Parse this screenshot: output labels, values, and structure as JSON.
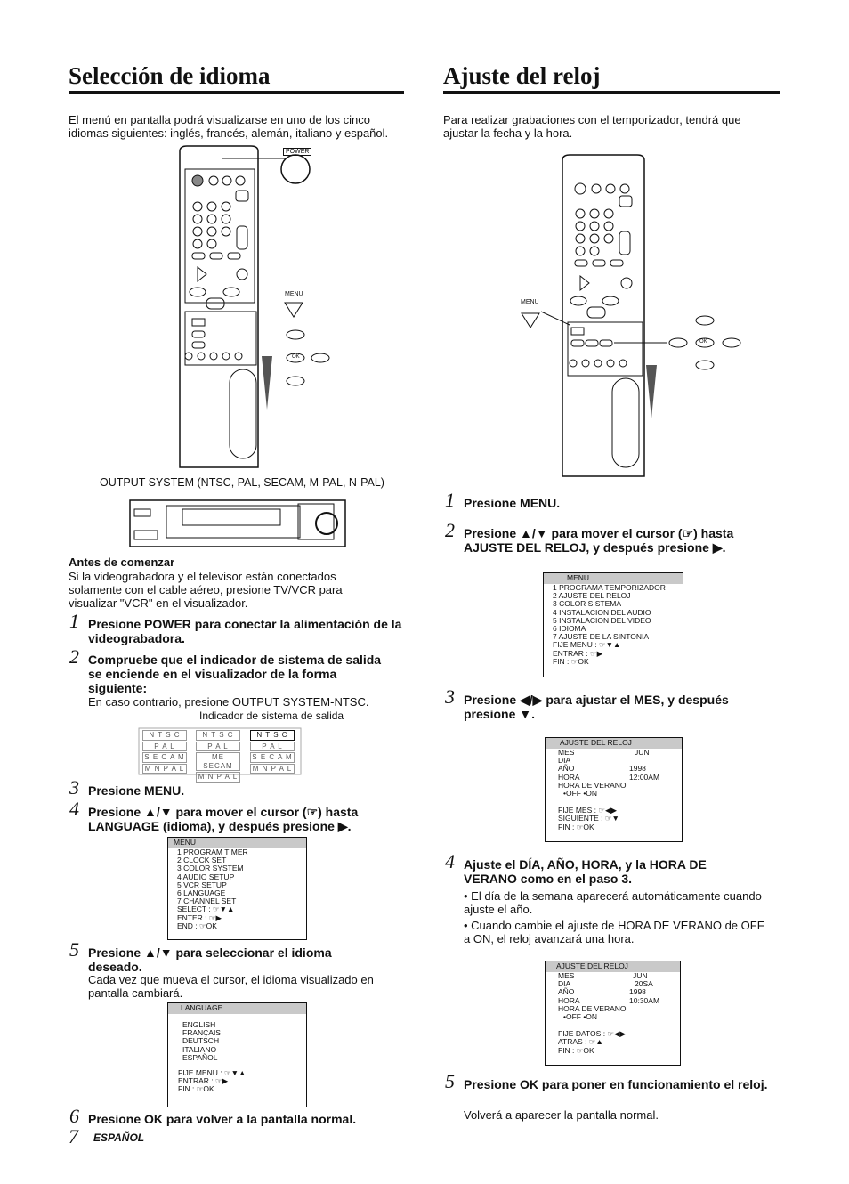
{
  "left": {
    "title": "Selección de idioma",
    "intro": "El menú en pantalla podrá visualizarse en uno de los cinco idiomas siguientes: inglés, francés, alemán, italiano y español.",
    "power_label": "POWER",
    "menu_label": "MENU",
    "ok_label": "OK",
    "output_system": "OUTPUT SYSTEM (NTSC, PAL, SECAM, M-PAL, N-PAL)",
    "before_heading": "Antes de comenzar",
    "before_text": "Si la videograbadora y el televisor están conectados solamente con el cable aéreo, presione TV/VCR para visualizar \"VCR\" en el visualizador.",
    "steps": [
      {
        "n": "1",
        "text": "Presione POWER para conectar la alimentación de la videograbadora."
      },
      {
        "n": "2",
        "text": "Compruebe que el indicador de sistema de salida se enciende en el visualizador de la forma siguiente:",
        "sub": "En caso contrario, presione OUTPUT SYSTEM-NTSC."
      },
      {
        "n": "3",
        "text": "Presione MENU."
      },
      {
        "n": "4",
        "text": "Presione ▲/▼ para mover el cursor (☞) hasta LANGUAGE (idioma), y después presione ▶."
      },
      {
        "n": "5",
        "text": "Presione ▲/▼ para seleccionar el idioma deseado.",
        "sub": "Cada vez que mueva el cursor, el idioma visualizado en pantalla cambiará."
      },
      {
        "n": "6",
        "text": "Presione OK para volver a la pantalla normal."
      }
    ],
    "indicator_caption": "Indicador de sistema de salida",
    "indicator_rows": [
      "N T S C",
      "P A L",
      "S E C A M",
      "M N P A L"
    ],
    "indicator_rows_2": [
      "N T S C",
      "P A L",
      "ME SECAM",
      "M N P A L"
    ],
    "indicator_rows_3": [
      "N T S C",
      "P A L",
      "S E C A M",
      "M N P A L"
    ],
    "menu_en": {
      "header": "MENU",
      "items": [
        "1  PROGRAM TIMER",
        "2  CLOCK SET",
        "3  COLOR SYSTEM",
        "4  AUDIO SETUP",
        "5  VCR SETUP",
        "6  LANGUAGE",
        "7  CHANNEL SET"
      ],
      "footer": [
        "SELECT : ☞▼▲",
        "ENTER : ☞▶",
        "END   : ☞OK"
      ]
    },
    "language_menu": {
      "header": "LANGUAGE",
      "items": [
        "ENGLISH",
        "FRANÇAIS",
        "DEUTSCH",
        "ITALIANO",
        "ESPAÑOL"
      ],
      "footer": [
        "FIJE MENU : ☞▼▲",
        "ENTRAR : ☞▶",
        "FIN   : ☞OK"
      ]
    },
    "page_number": "7",
    "page_lang": "ESPAÑOL"
  },
  "right": {
    "title": "Ajuste del reloj",
    "intro": "Para realizar grabaciones con el temporizador, tendrá que ajustar la fecha y la hora.",
    "menu_label": "MENU",
    "ok_label": "OK",
    "steps": [
      {
        "n": "1",
        "text": "Presione MENU."
      },
      {
        "n": "2",
        "text": "Presione ▲/▼ para mover el cursor (☞) hasta AJUSTE DEL RELOJ, y después presione ▶."
      },
      {
        "n": "3",
        "text": "Presione ◀/▶ para ajustar el MES, y después presione ▼."
      },
      {
        "n": "4",
        "text": "Ajuste el DÍA, AÑO, HORA, y la HORA DE VERANO como en el paso 3.",
        "bullets": [
          "El día de la semana aparecerá automáticamente cuando ajuste el año.",
          "Cuando cambie el ajuste de HORA DE VERANO de OFF a ON, el reloj avanzará una hora."
        ]
      },
      {
        "n": "5",
        "text": "Presione OK para poner en funcionamiento el reloj.",
        "sub": "Volverá a aparecer la pantalla normal."
      }
    ],
    "menu_es": {
      "header": "MENU",
      "items": [
        "1  PROGRAMA TEMPORIZADOR",
        "2  AJUSTE DEL RELOJ",
        "3  COLOR SISTEMA",
        "4  INSTALACION DEL AUDIO",
        "5  INSTALACION DEL VIDEO",
        "6  IDIOMA",
        "7  AJUSTE DE LA SINTONIA"
      ],
      "footer": [
        "FIJE MENU : ☞▼▲",
        "ENTRAR : ☞▶",
        "FIN   : ☞OK"
      ]
    },
    "clock1": {
      "header": "AJUSTE DEL RELOJ",
      "rows": [
        [
          "MES",
          "JUN"
        ],
        [
          "DIA",
          ""
        ],
        [
          "AÑO",
          "1998"
        ],
        [
          "HORA",
          "12:00AM"
        ],
        [
          "HORA DE VERANO",
          ""
        ]
      ],
      "offon": "•OFF   •ON",
      "footer": [
        "FIJE MES : ☞◀▶",
        "SIGUIENTE : ☞▼",
        "FIN   : ☞OK"
      ]
    },
    "clock2": {
      "header": "AJUSTE DEL RELOJ",
      "rows": [
        [
          "MES",
          "JUN"
        ],
        [
          "DIA",
          "20SA"
        ],
        [
          "AÑO",
          "1998"
        ],
        [
          "HORA",
          "10:30AM"
        ],
        [
          "HORA DE VERANO",
          ""
        ]
      ],
      "offon": "•OFF   •ON",
      "footer": [
        "FIJE DATOS : ☞◀▶",
        "ATRAS : ☞▲",
        "FIN   : ☞OK"
      ]
    }
  }
}
